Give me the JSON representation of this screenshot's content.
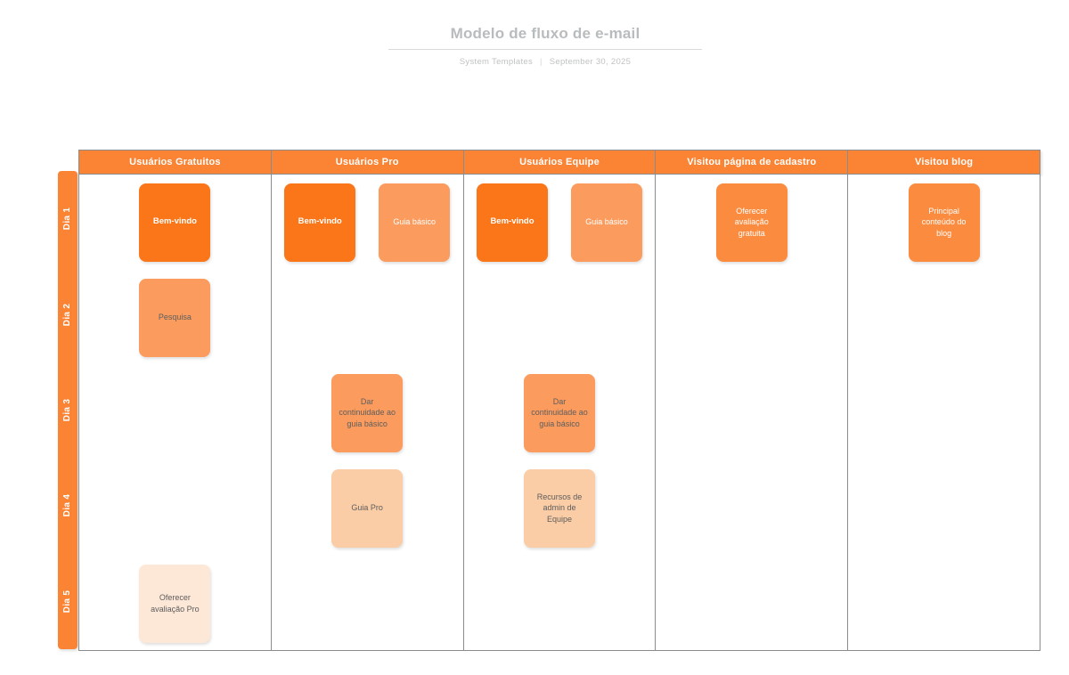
{
  "document": {
    "title": "Modelo de fluxo de e-mail",
    "source": "System Templates",
    "separator": "|",
    "date": "September 30, 2025"
  },
  "theme": {
    "header_orange": "#fa8334",
    "level1": "#fa7619",
    "level1b": "#fb8b3e",
    "level2": "#fb9c5e",
    "level3": "#fbcda6",
    "level4": "#fde7d7",
    "border": "#8a8d8f",
    "title_gray": "#b9bcbe"
  },
  "board": {
    "columns": [
      {
        "label": "Usuários Gratuitos"
      },
      {
        "label": "Usuários Pro"
      },
      {
        "label": "Usuários Equipe"
      },
      {
        "label": "Visitou página de cadastro"
      },
      {
        "label": "Visitou blog"
      }
    ],
    "rows": [
      {
        "label": "Dia 1"
      },
      {
        "label": "Dia 2"
      },
      {
        "label": "Dia 3"
      },
      {
        "label": "Dia 4"
      },
      {
        "label": "Dia 5"
      }
    ],
    "cells": [
      {
        "column": 0,
        "rows": [
          {
            "row": 0,
            "cards": [
              {
                "text": "Bem-vindo",
                "level": "lvl1"
              }
            ]
          },
          {
            "row": 1,
            "cards": [
              {
                "text": "Pesquisa",
                "level": "lvl2d"
              }
            ]
          },
          {
            "row": 2,
            "cards": []
          },
          {
            "row": 3,
            "cards": []
          },
          {
            "row": 4,
            "cards": [
              {
                "text": "Oferecer avaliação Pro",
                "level": "lvl4"
              }
            ]
          }
        ]
      },
      {
        "column": 1,
        "rows": [
          {
            "row": 0,
            "cards": [
              {
                "text": "Bem-vindo",
                "level": "lvl1"
              },
              {
                "text": "Guia básico",
                "level": "lvl2"
              }
            ]
          },
          {
            "row": 1,
            "cards": []
          },
          {
            "row": 2,
            "cards": [
              {
                "text": "Dar continuidade ao guia básico",
                "level": "lvl2d"
              }
            ]
          },
          {
            "row": 3,
            "cards": [
              {
                "text": "Guia Pro",
                "level": "lvl3"
              }
            ]
          },
          {
            "row": 4,
            "cards": []
          }
        ]
      },
      {
        "column": 2,
        "rows": [
          {
            "row": 0,
            "cards": [
              {
                "text": "Bem-vindo",
                "level": "lvl1"
              },
              {
                "text": "Guia básico",
                "level": "lvl2"
              }
            ]
          },
          {
            "row": 1,
            "cards": []
          },
          {
            "row": 2,
            "cards": [
              {
                "text": "Dar continuidade ao guia básico",
                "level": "lvl2d"
              }
            ]
          },
          {
            "row": 3,
            "cards": [
              {
                "text": "Recursos de admin de Equipe",
                "level": "lvl3"
              }
            ]
          },
          {
            "row": 4,
            "cards": []
          }
        ]
      },
      {
        "column": 3,
        "rows": [
          {
            "row": 0,
            "cards": [
              {
                "text": "Oferecer avaliação gratuita",
                "level": "lvl1b"
              }
            ]
          },
          {
            "row": 1,
            "cards": []
          },
          {
            "row": 2,
            "cards": []
          },
          {
            "row": 3,
            "cards": []
          },
          {
            "row": 4,
            "cards": []
          }
        ]
      },
      {
        "column": 4,
        "rows": [
          {
            "row": 0,
            "cards": [
              {
                "text": "Principal conteúdo do blog",
                "level": "lvl1b"
              }
            ]
          },
          {
            "row": 1,
            "cards": []
          },
          {
            "row": 2,
            "cards": []
          },
          {
            "row": 3,
            "cards": []
          },
          {
            "row": 4,
            "cards": []
          }
        ]
      }
    ]
  }
}
